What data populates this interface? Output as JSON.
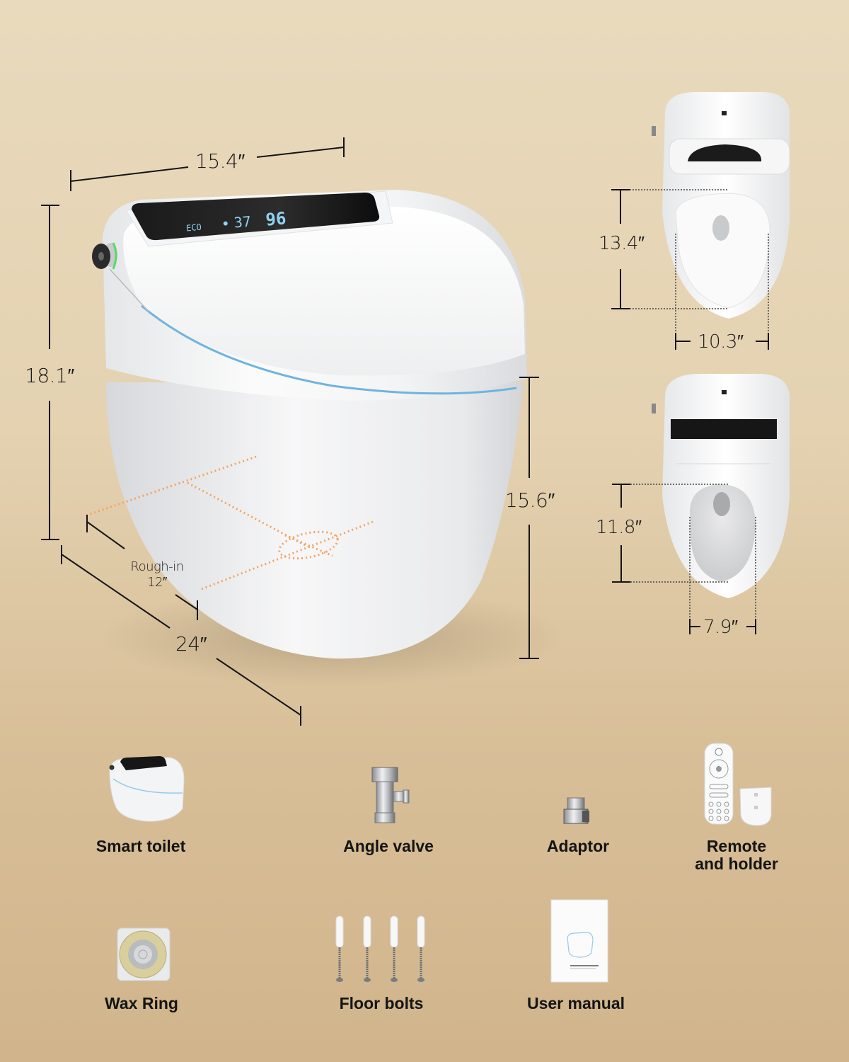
{
  "colors": {
    "background_top": "#e9dabd",
    "background_bottom": "#d1b48c",
    "dimension_line": "#141414",
    "rough_in_dotted": "#f2a564",
    "led_strip": "#6fb4de",
    "display_panel": "#111111",
    "display_text": "#8fd3f0",
    "knob_ring": "#59d86a"
  },
  "main_view": {
    "display": {
      "mode": "ECO",
      "icon": "water-drop-icon",
      "temperature": "37",
      "level": "96"
    },
    "dimensions": {
      "width": "15.4″",
      "height": "18.1″",
      "seat_height": "15.6″",
      "depth": "24″",
      "rough_in_label": "Rough-in",
      "rough_in_value": "12″"
    }
  },
  "top_views": [
    {
      "name": "lid-open-top-view",
      "length": "13.4″",
      "width": "10.3″"
    },
    {
      "name": "seat-open-top-view",
      "length": "11.8″",
      "width": "7.9″"
    }
  ],
  "package_contents": [
    {
      "label": "Smart toilet",
      "icon": "smart-toilet-icon"
    },
    {
      "label": "Angle valve",
      "icon": "angle-valve-icon"
    },
    {
      "label": "Adaptor",
      "icon": "adaptor-icon"
    },
    {
      "label": "Remote\nand holder",
      "line1": "Remote",
      "line2": "and holder",
      "icon": "remote-and-holder-icon"
    },
    {
      "label": "Wax Ring",
      "icon": "wax-ring-icon"
    },
    {
      "label": "Floor bolts",
      "icon": "floor-bolts-icon"
    },
    {
      "label": "User manual",
      "icon": "user-manual-icon"
    }
  ]
}
